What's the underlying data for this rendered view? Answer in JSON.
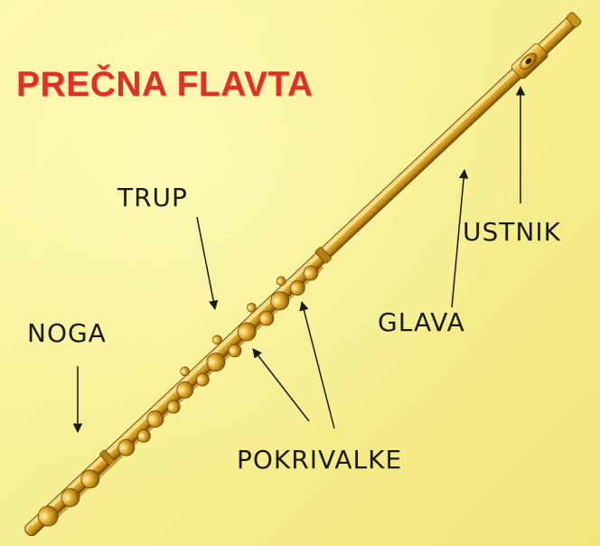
{
  "title": "PREČNA FLAVTA",
  "labels": {
    "trup": "TRUP",
    "noga": "NOGA",
    "glava": "GLAVA",
    "ustnik": "USTNIK",
    "pokrivalke": "POKRIVALKE"
  },
  "colors": {
    "background": "#f8f29a",
    "title": "#e0302a",
    "flute_gold": "#d9a21c",
    "flute_highlight": "#fff2a0",
    "flute_shadow": "#8a5a0a",
    "text": "#1a1a1a"
  }
}
